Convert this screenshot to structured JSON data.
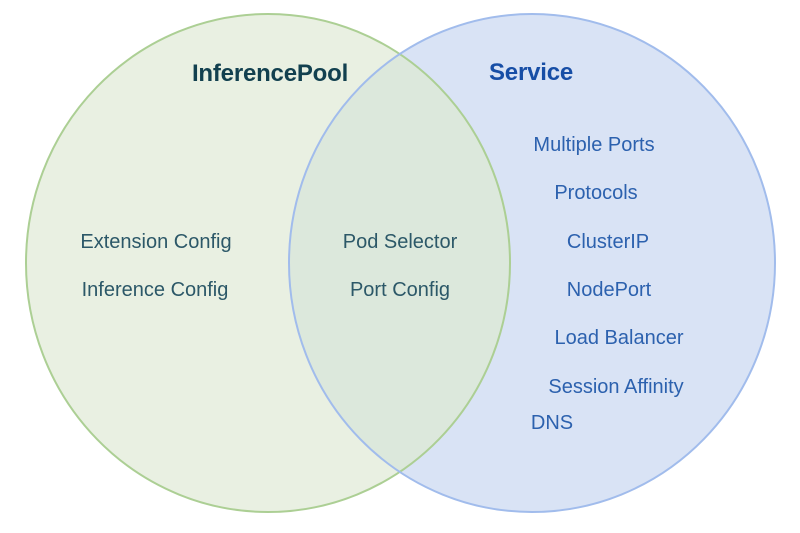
{
  "diagram": {
    "type": "venn",
    "background": "#ffffff",
    "left_circle": {
      "title": "InferencePool",
      "fill": "#e9f0e2",
      "stroke": "#accf94",
      "title_color": "#12404f",
      "item_color": "#2c5868",
      "items": [
        "Extension Config",
        "Inference Config"
      ]
    },
    "right_circle": {
      "title": "Service",
      "fill": "#d9e3f5",
      "stroke": "#a1bcec",
      "title_color": "#174ea6",
      "item_color": "#2c61ae",
      "items": [
        "Multiple Ports",
        "Protocols",
        "ClusterIP",
        "NodePort",
        "Load Balancer",
        "Session Affinity",
        "DNS"
      ]
    },
    "overlap": {
      "fill": "#dce8dc",
      "item_color": "#2c5868",
      "items": [
        "Pod Selector",
        "Port Config"
      ]
    }
  }
}
